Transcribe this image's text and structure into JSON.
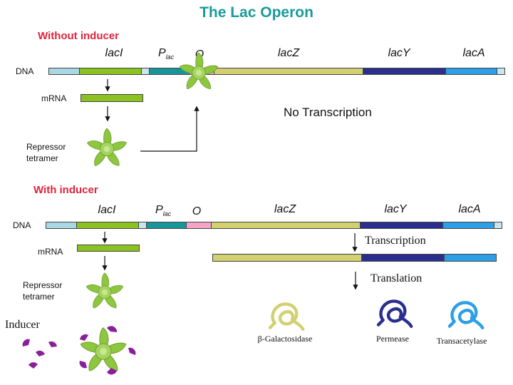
{
  "title": "The Lac Operon",
  "without": {
    "heading": "Without inducer",
    "dna_label": "DNA",
    "genes": {
      "lacI": "lacI",
      "p_main": "P",
      "p_sub": "lac",
      "o": "O",
      "lacZ": "lacZ",
      "lacY": "lacY",
      "lacA": "lacA"
    },
    "mrna_label": "mRNA",
    "repressor_line1": "Repressor",
    "repressor_line2": "tetramer",
    "status": "No Transcription"
  },
  "with": {
    "heading": "With inducer",
    "dna_label": "DNA",
    "genes": {
      "lacI": "lacI",
      "p_main": "P",
      "p_sub": "lac",
      "o": "O",
      "lacZ": "lacZ",
      "lacY": "lacY",
      "lacA": "lacA"
    },
    "mrna_label": "mRNA",
    "repressor_line1": "Repressor",
    "repressor_line2": "tetramer",
    "inducer_label": "Inducer",
    "transcription_label": "Transcription",
    "translation_label": "Translation",
    "products": [
      "β-Galactosidase",
      "Permease",
      "Transacetylase"
    ]
  },
  "colors": {
    "title": "#1a9a9a",
    "heading": "#e0233b",
    "flank": "#a8d8e4",
    "lacI": "#8cc21f",
    "spacer": "#c8e6ef",
    "promoter": "#16969a",
    "operator": "#f5a3c6",
    "lacZ": "#d2d070",
    "lacY": "#2a2f8e",
    "lacA": "#2c9fe6",
    "repressor": "#8dc63f",
    "inducer": "#8a1f9a"
  }
}
